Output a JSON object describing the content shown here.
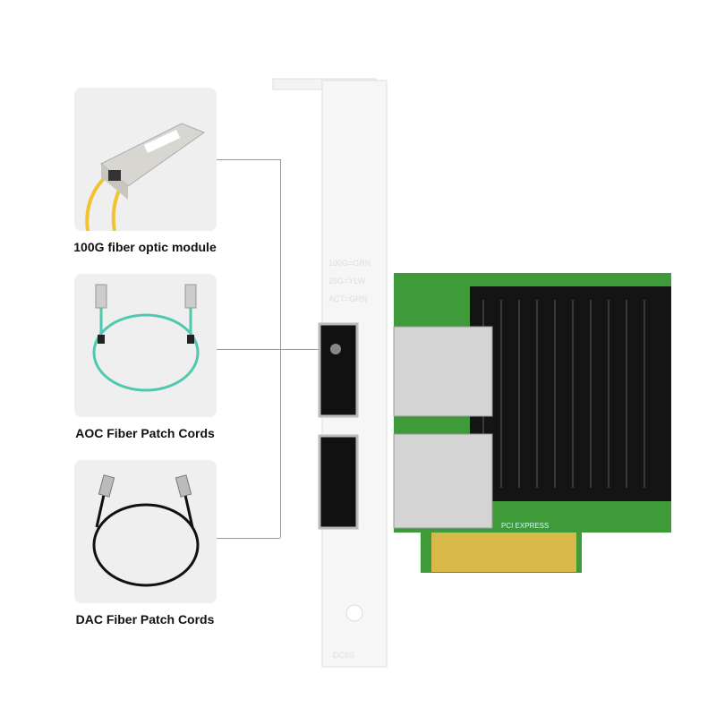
{
  "accessories": [
    {
      "label": "100G fiber optic module",
      "icon": "qsfp-module"
    },
    {
      "label": "AOC Fiber Patch Cords",
      "icon": "aoc-cable"
    },
    {
      "label": "DAC Fiber Patch Cords",
      "icon": "dac-cable"
    }
  ],
  "bracket": {
    "led_labels": [
      "100G=GRN",
      "25G=YLW",
      "ACT=GRN"
    ],
    "marking": "DC6S"
  },
  "pcb_marking": "PCI EXPRESS",
  "colors": {
    "card_bg": "#efefef",
    "pcb": "#3f9a3a",
    "heatsink": "#141414",
    "aoc": "#4ec9b0",
    "module_cable": "#f1c232"
  }
}
